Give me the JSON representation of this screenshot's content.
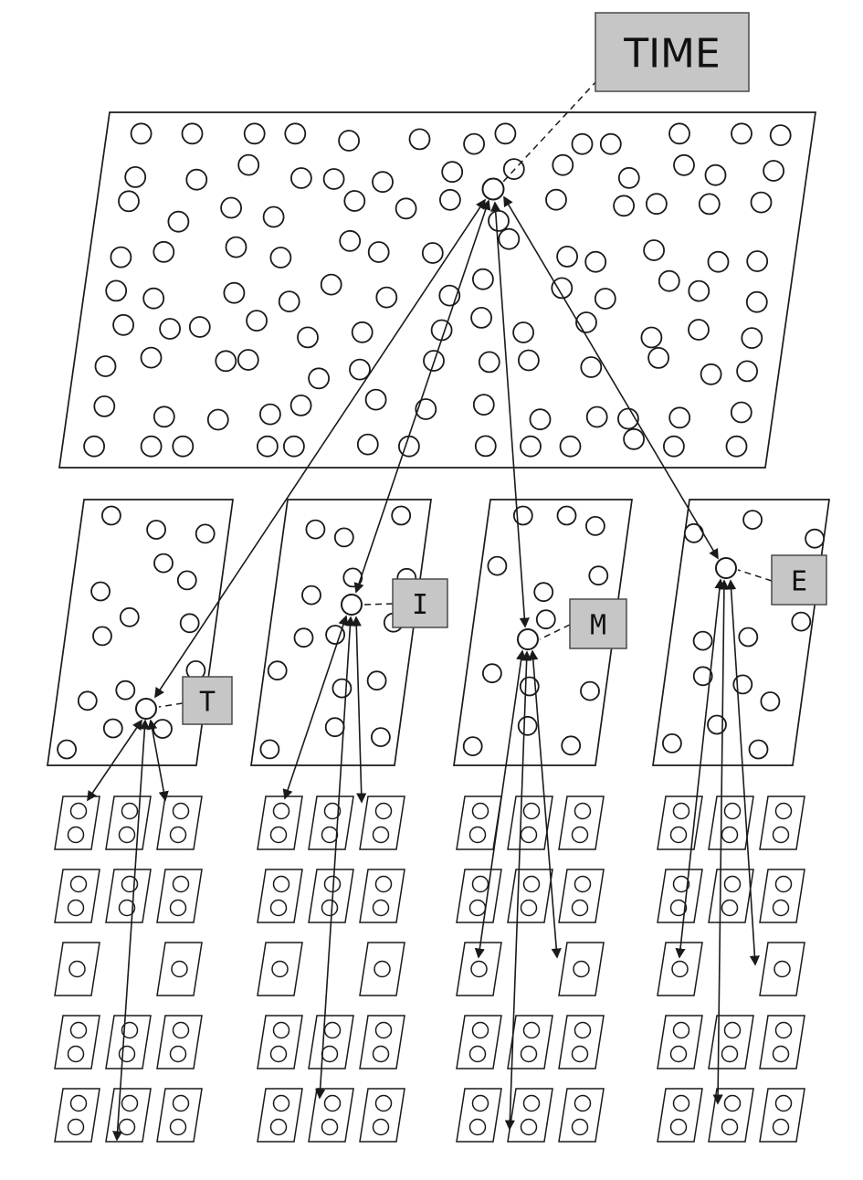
{
  "figure": {
    "name": "Hierarchical word-recognition network diagram for the word TIME",
    "word_node_label": "TIME",
    "letter_node_labels": [
      "T",
      "I",
      "M",
      "E"
    ],
    "layers": {
      "word_layer": {
        "description": "large sheet of circular unit nodes with one active node labeled TIME",
        "approx_units": 115,
        "active_node_label": "TIME"
      },
      "letter_layers": [
        {
          "active_node_label": "T",
          "approx_units": 14
        },
        {
          "active_node_label": "I",
          "approx_units": 14
        },
        {
          "active_node_label": "M",
          "approx_units": 14
        },
        {
          "active_node_label": "E",
          "approx_units": 14
        }
      ],
      "feature_grids": {
        "grids_per_letter": 1,
        "rows": 5,
        "columns": 3,
        "units_per_cell": 2,
        "middle_row_cells": 2,
        "middle_row_units_per_cell": 1
      }
    },
    "connections": {
      "letters_to_word": [
        "T",
        "I",
        "M",
        "E"
      ],
      "grid_links_per_letter": 3,
      "arrowheads": "both ends"
    },
    "colors": {
      "background": "#ffffff",
      "stroke": "#1a1a1a",
      "label_box_fill": "#c6c6c6",
      "label_box_border": "#4a4a4a"
    }
  }
}
